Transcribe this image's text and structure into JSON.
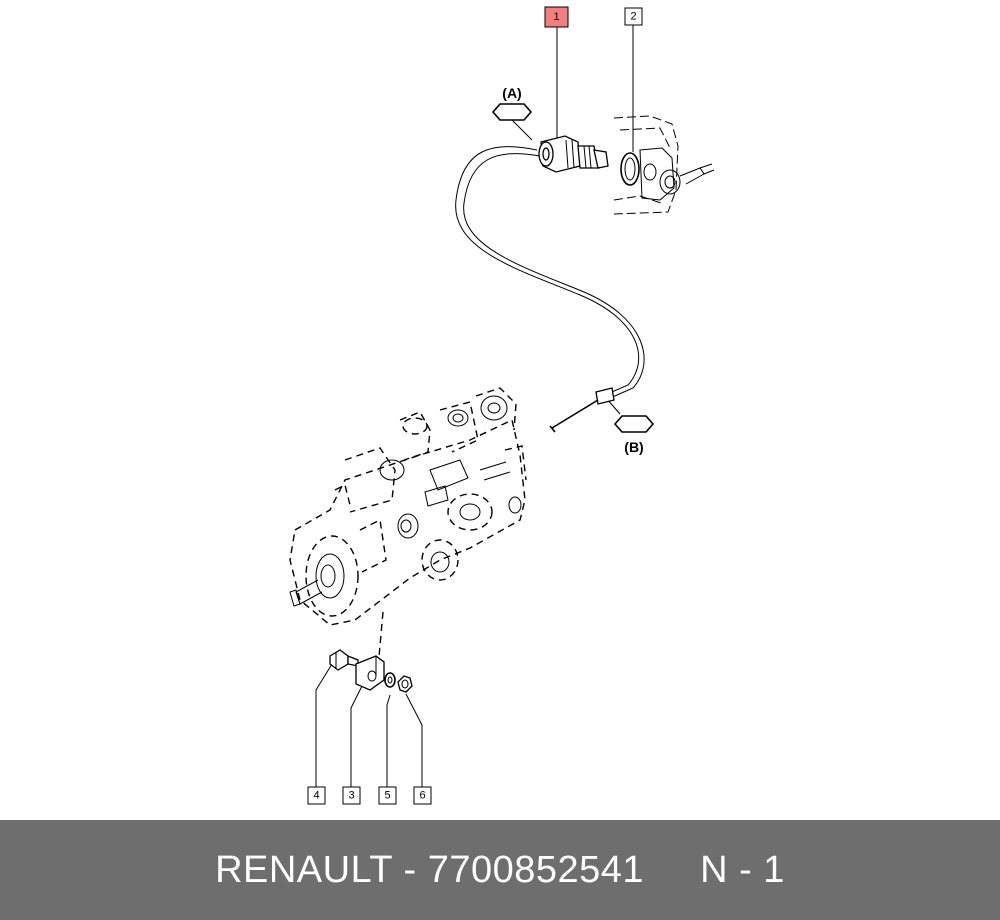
{
  "diagram": {
    "callouts": [
      {
        "id": "1",
        "highlighted": true
      },
      {
        "id": "2",
        "highlighted": false
      },
      {
        "id": "3",
        "highlighted": false
      },
      {
        "id": "4",
        "highlighted": false
      },
      {
        "id": "5",
        "highlighted": false
      },
      {
        "id": "6",
        "highlighted": false
      }
    ],
    "view_labels": [
      "(A)",
      "(B)"
    ],
    "colors": {
      "highlight": "#f08080",
      "line": "#000000",
      "footer_bg": "#6e6e6e",
      "footer_text": "#ffffff"
    }
  },
  "footer": {
    "brand": "RENAULT",
    "separator": "-",
    "part_number": "7700852541",
    "position_label": "N - 1"
  }
}
